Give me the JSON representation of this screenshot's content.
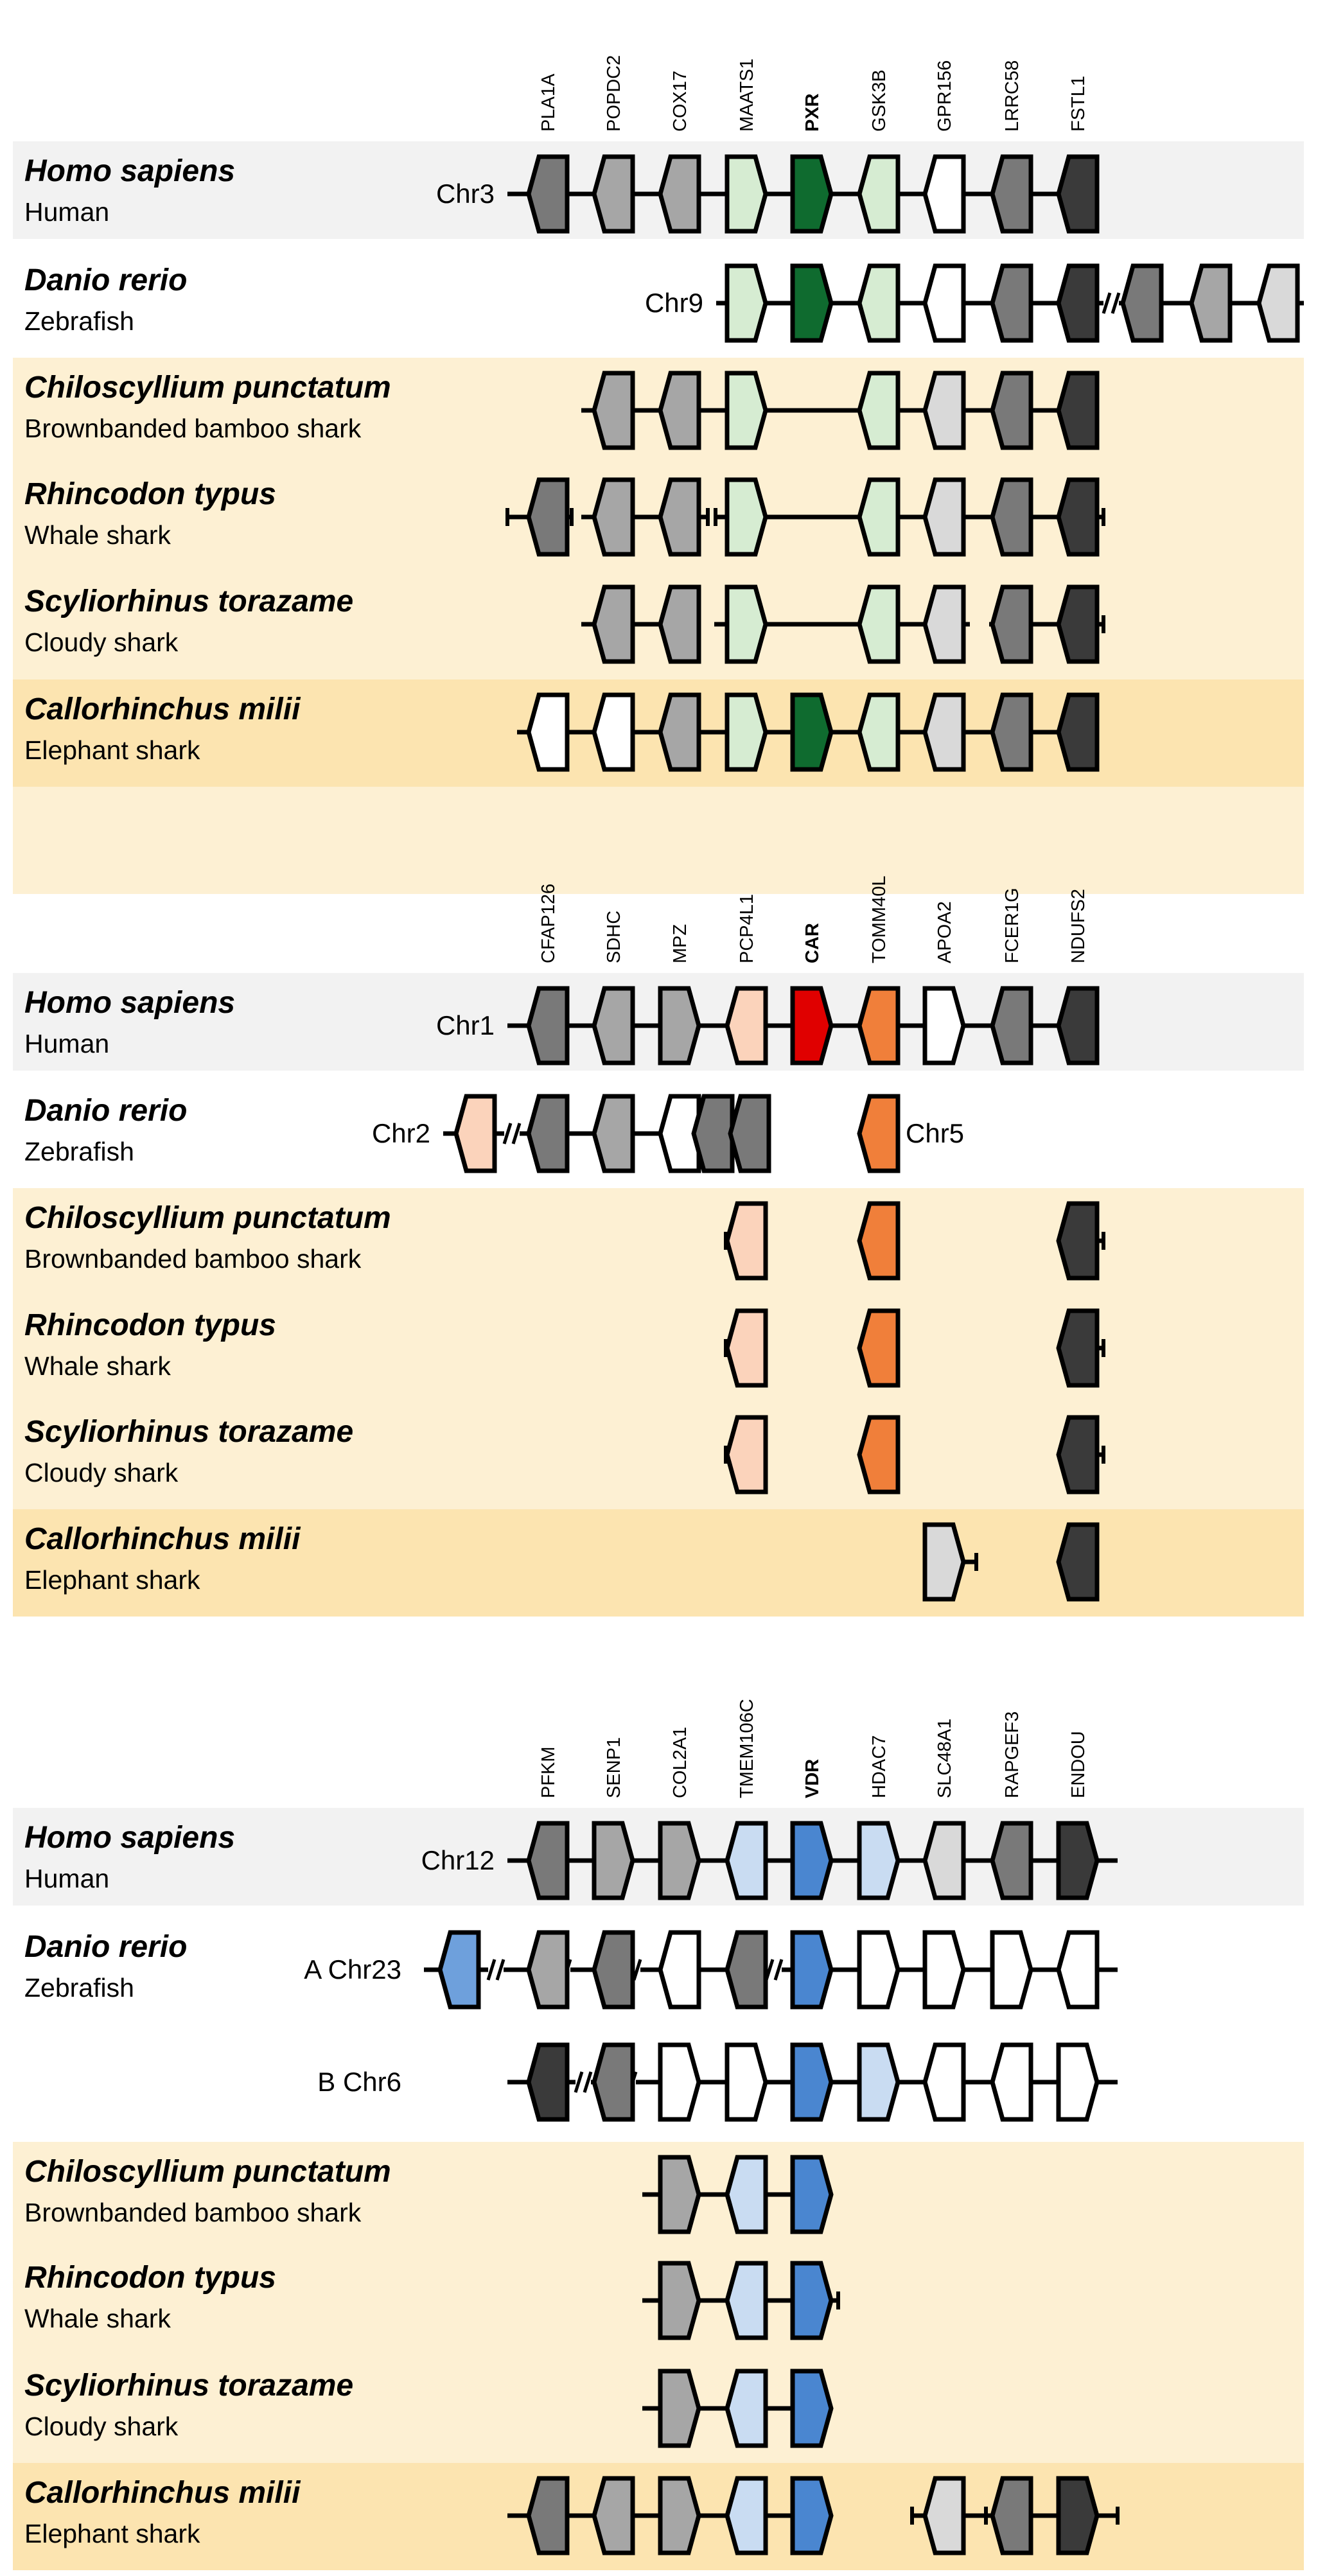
{
  "colors": {
    "background": "#ffffff",
    "human_row": "#f2f2f2",
    "shark_row": "#fdf0d3",
    "elephant_row": "#fce4b0",
    "gray_dark": "#797979",
    "gray_mid": "#a6a6a6",
    "gray_light": "#d9d9d9",
    "white": "#ffffff",
    "black": "#3a3a3a",
    "pxr": "#0f6b2f",
    "green_light": "#d6ecd2",
    "car": "#e00000",
    "orange": "#f07f3a",
    "peach": "#fbd3bb",
    "vdr": "#4a86d0",
    "blue_light": "#c9dcf2",
    "outline": "#000000"
  },
  "panels": [
    {
      "genes": [
        "PLA1A",
        "POPDC2",
        "COX17",
        "MAATS1",
        "PXR",
        "GSK3B",
        "GPR156",
        "LRRC58",
        "FSTL1"
      ],
      "bold_gene": "PXR",
      "rows": [
        {
          "latin": "Homo sapiens",
          "common": "Human",
          "chr": [
            "Chr3"
          ],
          "band": "human"
        },
        {
          "latin": "Danio rerio",
          "common": "Zebrafish",
          "chr": [
            "Chr9"
          ],
          "band": "none"
        },
        {
          "latin": "Chiloscyllium punctatum",
          "common": "Brownbanded bamboo shark",
          "chr": [],
          "band": "shark"
        },
        {
          "latin": "Rhincodon typus",
          "common": "Whale shark",
          "chr": [],
          "band": "shark"
        },
        {
          "latin": "Scyliorhinus torazame",
          "common": "Cloudy shark",
          "chr": [],
          "band": "shark"
        },
        {
          "latin": "Callorhinchus milii",
          "common": "Elephant shark",
          "chr": [],
          "band": "elephant"
        }
      ]
    },
    {
      "genes": [
        "CFAP126",
        "SDHC",
        "MPZ",
        "PCP4L1",
        "CAR",
        "TOMM40L",
        "APOA2",
        "FCER1G",
        "NDUFS2"
      ],
      "bold_gene": "CAR",
      "rows": [
        {
          "latin": "Homo sapiens",
          "common": "Human",
          "chr": [
            "Chr1"
          ],
          "band": "human"
        },
        {
          "latin": "Danio rerio",
          "common": "Zebrafish",
          "chr": [
            "Chr2",
            "Chr5"
          ],
          "band": "none"
        },
        {
          "latin": "Chiloscyllium punctatum",
          "common": "Brownbanded bamboo shark",
          "chr": [],
          "band": "shark"
        },
        {
          "latin": "Rhincodon typus",
          "common": "Whale shark",
          "chr": [],
          "band": "shark"
        },
        {
          "latin": "Scyliorhinus torazame",
          "common": "Cloudy shark",
          "chr": [],
          "band": "shark"
        },
        {
          "latin": "Callorhinchus milii",
          "common": "Elephant shark",
          "chr": [],
          "band": "elephant"
        }
      ]
    },
    {
      "genes": [
        "PFKM",
        "SENP1",
        "COL2A1",
        "TMEM106C",
        "VDR",
        "HDAC7",
        "SLC48A1",
        "RAPGEF3",
        "ENDOU"
      ],
      "bold_gene": "VDR",
      "rows": [
        {
          "latin": "Homo sapiens",
          "common": "Human",
          "chr": [
            "Chr12"
          ],
          "band": "human"
        },
        {
          "latin": "Danio rerio",
          "common": "Zebrafish",
          "chr": [
            "A Chr23",
            "B Chr6"
          ],
          "band": "none"
        },
        {
          "latin": "Chiloscyllium punctatum",
          "common": "Brownbanded bamboo shark",
          "chr": [],
          "band": "shark"
        },
        {
          "latin": "Rhincodon typus",
          "common": "Whale shark",
          "chr": [],
          "band": "shark"
        },
        {
          "latin": "Scyliorhinus torazame",
          "common": "Cloudy shark",
          "chr": [],
          "band": "shark"
        },
        {
          "latin": "Callorhinchus milii",
          "common": "Elephant shark",
          "chr": [],
          "band": "elephant"
        }
      ]
    }
  ]
}
